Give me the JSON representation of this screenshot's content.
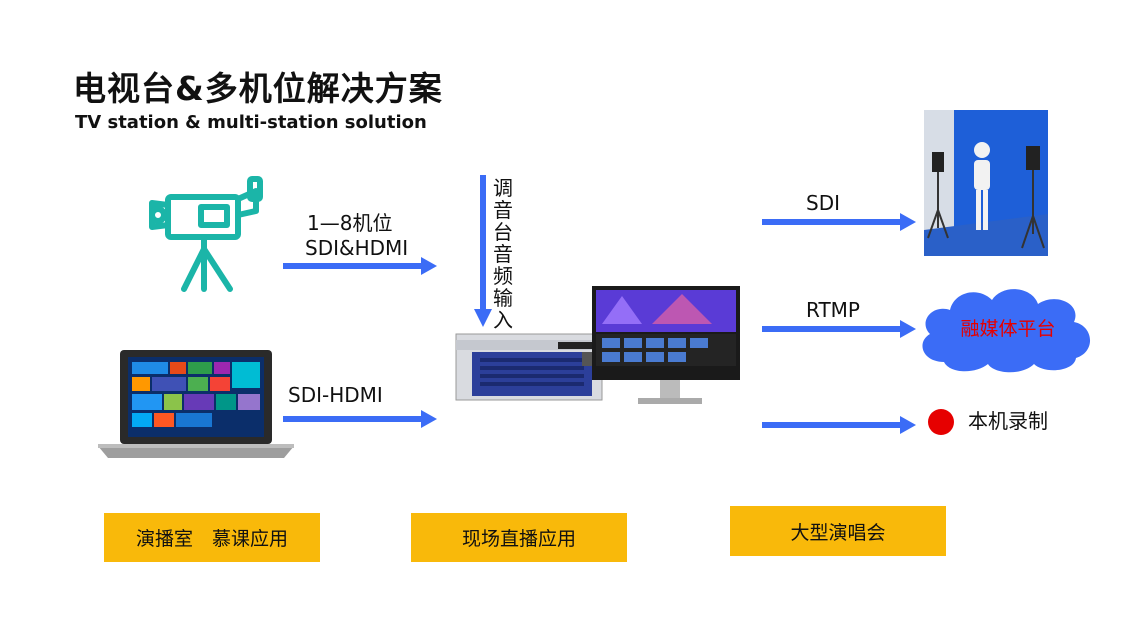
{
  "title": "电视台&多机位解决方案",
  "subtitle": "TV station & multi-station solution",
  "inputs": {
    "camera_label_line1": "1—8机位",
    "camera_label_line2": "SDI&HDMI",
    "laptop_label": "SDI-HDMI",
    "mixer_audio_chars": [
      "调",
      "音",
      "台",
      "音",
      "频",
      "输",
      "入"
    ]
  },
  "outputs": {
    "sdi_label": "SDI",
    "rtmp_label": "RTMP",
    "cloud_label": "融媒体平台",
    "record_label": "本机录制"
  },
  "applications": [
    "演播室　慕课应用",
    "现场直播应用",
    "大型演唱会"
  ],
  "colors": {
    "arrow": "#3b6cf6",
    "teal_icon": "#1bb5a8",
    "cloud": "#3b6cf6",
    "red": "#e60000",
    "app_box": "#f9b90a"
  }
}
